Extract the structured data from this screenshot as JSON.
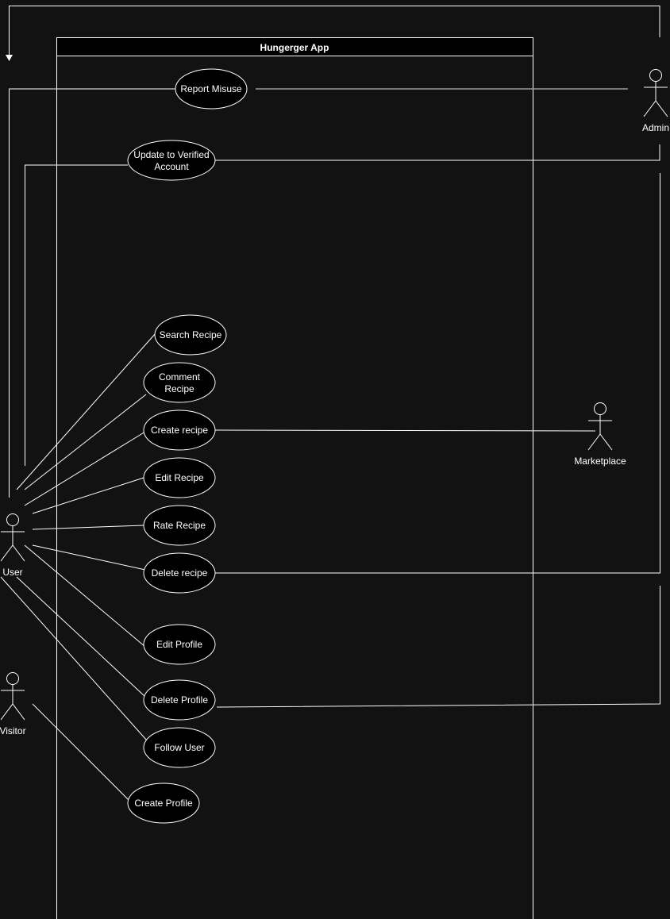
{
  "system": {
    "title": "Hungerger App"
  },
  "actors": {
    "admin": "Admin",
    "marketplace": "Marketplace",
    "user": "User",
    "visitor": "Visitor"
  },
  "use_cases": {
    "report_misuse": "Report Misuse",
    "update_verified_1": "Update to Verified",
    "update_verified_2": "Account",
    "search_recipe": "Search Recipe",
    "comment_recipe_1": "Comment",
    "comment_recipe_2": "Recipe",
    "create_recipe": "Create recipe",
    "edit_recipe": "Edit Recipe",
    "rate_recipe": "Rate Recipe",
    "delete_recipe": "Delete recipe",
    "edit_profile": "Edit Profile",
    "delete_profile": "Delete Profile",
    "follow_user": "Follow User",
    "create_profile": "Create Profile"
  },
  "colors": {
    "background": "#121212",
    "stroke": "#ffffff",
    "shape_fill": "#000000",
    "text": "#ffffff"
  }
}
